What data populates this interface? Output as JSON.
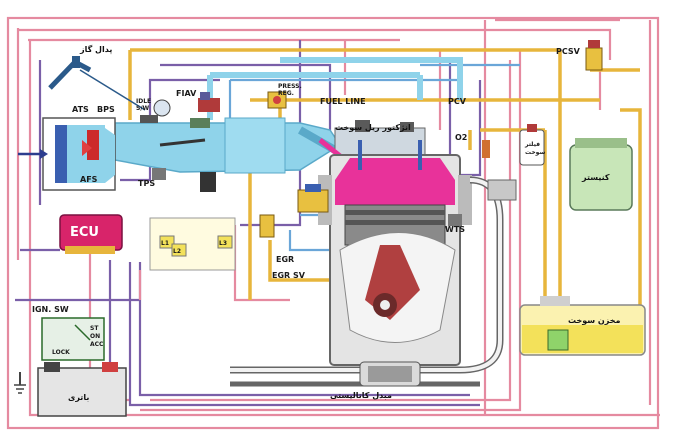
{
  "labels": {
    "gas_pedal": "پدال گاز",
    "ats": "ATS",
    "bps": "BPS",
    "idle_sw": "IDLE",
    "idle_sw2": "S/W",
    "fiav": "FIAV",
    "press_reg": "PRESS.",
    "press_reg2": "REG.",
    "fuel_line": "FUEL LINE",
    "pcv": "PCV",
    "pcsv": "PCSV",
    "rail_injector": "انژکتور ریل سوخت",
    "o2": "O2",
    "fuel_filter": "فیلتر",
    "fuel_filter2": "سوخت",
    "canister": "کنیستر",
    "afs": "AFS",
    "tps": "TPS",
    "ecu": "ECU",
    "egr": "EGR",
    "egr_sv": "EGR SV",
    "wts": "WTS",
    "ign_sw": "IGN. SW",
    "st": "ST",
    "on": "ON",
    "acc": "ACC",
    "lock": "LOCK",
    "fuel_tank": "مخزن سوخت",
    "catalytic": "مبدل کاتالیستی",
    "battery": "باتری",
    "relay1": "L1",
    "relay2": "L2",
    "relay3": "L3"
  },
  "colors": {
    "wire_pink": "#e58aa0",
    "wire_purple": "#7a5fa8",
    "wire_blue": "#6aa6d8",
    "pipe_yellow": "#e7b53c",
    "air_duct": "#8fd3ea",
    "ecu": "#d8246a",
    "combustion": "#e8329a",
    "tank_fuel": "#f3e15a",
    "canister": "#c8e6b8",
    "crank": "#b04040"
  }
}
